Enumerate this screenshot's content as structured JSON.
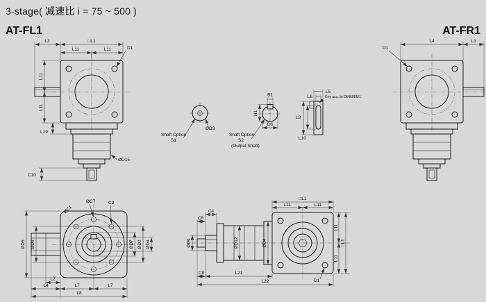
{
  "page": {
    "background": "#d8d8d8",
    "title": "3-stage( 减速比 i = 75 ~ 500 )"
  },
  "models": {
    "left": "AT-FL1",
    "right": "AT-FR1"
  },
  "colors": {
    "line": "#1a1a1a",
    "dimension": "#333333",
    "text": "#111111"
  },
  "views": {
    "at_fl1": {
      "dims": {
        "l3": "L3",
        "l1_square": "□L1",
        "l11_top_left": "L11",
        "l11_top_right": "L11",
        "d1": "D1",
        "l11_side_upper": "L11",
        "l11_side_lower": "L11",
        "l19": "L19",
        "d15": "ØD15",
        "c10": "C10"
      }
    },
    "at_fr1": {
      "dims": {
        "l4": "L4",
        "l3": "L3",
        "d1": "D1"
      }
    },
    "shaft_option_s1": {
      "label_line1": "Shaft Option",
      "label_line2": "S1",
      "dims": {
        "d3": "ØD3"
      }
    },
    "shaft_option_s2": {
      "label_line1": "Shaft Option",
      "label_line2": "S2",
      "label_line3": "(Output Shaft)",
      "dims": {
        "b1": "B1",
        "h1": "H1",
        "d6": "D6"
      }
    },
    "key_detail": {
      "note": "Key acc. to DIN6885/1",
      "dims": {
        "l5": "L5",
        "l6": "L6",
        "l9": "L9",
        "l10": "L10"
      }
    },
    "flange_face": {
      "dims": {
        "c1": "ØC1",
        "c7": "ØC7",
        "c2": "C2",
        "d5": "ØD5",
        "d8": "ØD8",
        "d7": "ØD7",
        "d2": "ØD2",
        "d4": "ØD4",
        "l2": "L2",
        "l4": "L4",
        "l7_left": "L7",
        "l7_right": "L7",
        "l8": "L8"
      }
    },
    "side_section": {
      "dims": {
        "c4": "C4",
        "c6": "C6",
        "c8": "C8",
        "d6": "ØD6",
        "d12": "ØD12",
        "d4": "ØD4",
        "l1_square_top": "□L1",
        "l11_top_left": "L11",
        "l11_top_right": "L11",
        "l11_right_upper": "L11",
        "l11_right_lower": "L11",
        "l1_square_right": "□L1",
        "d1": "D1",
        "l21": "L21",
        "l22": "L22"
      }
    }
  }
}
